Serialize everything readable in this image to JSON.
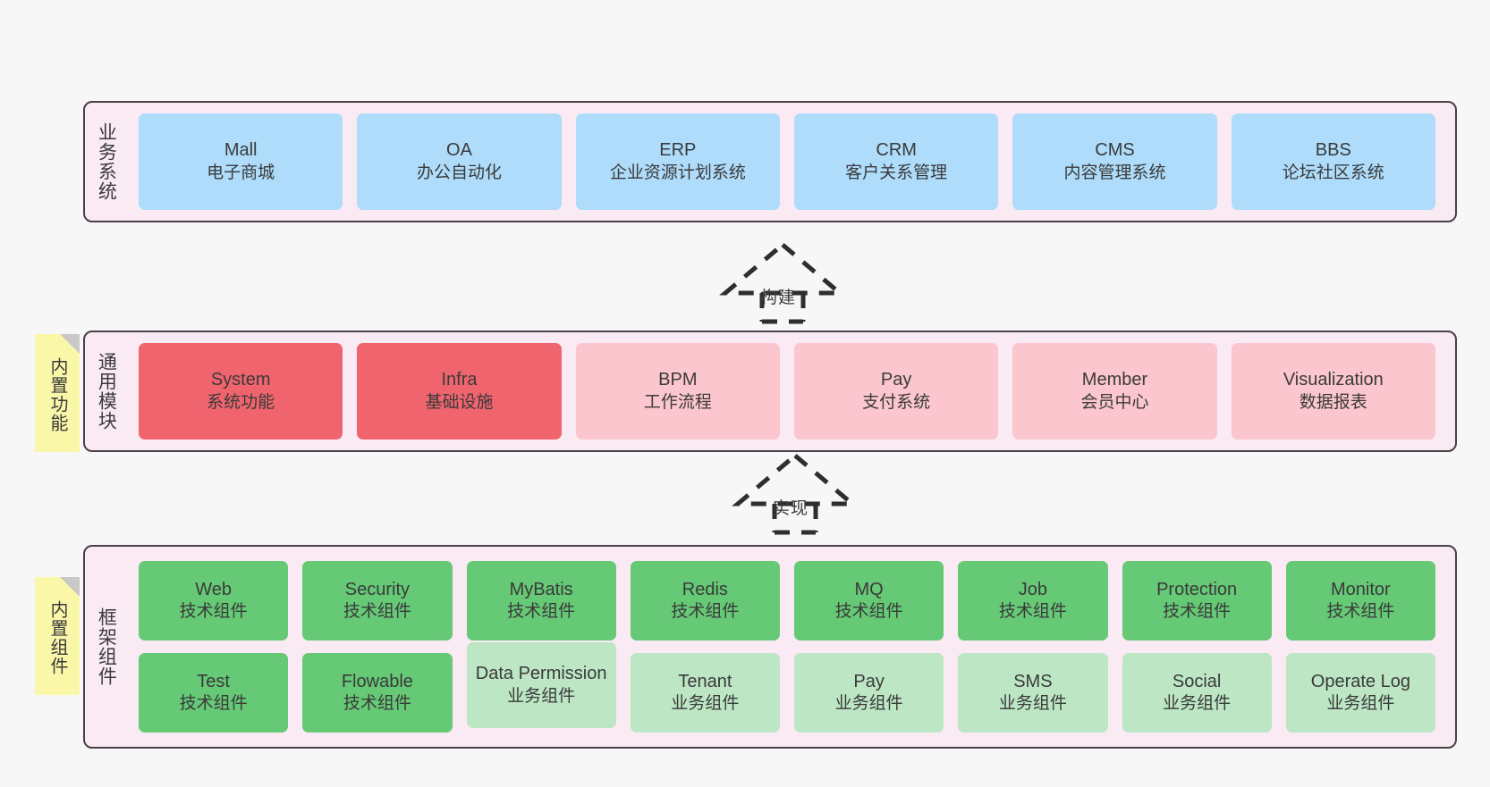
{
  "diagram": {
    "background": "#F7F7F7",
    "band_bg": "#FAEAF3",
    "band_border": "#4A4048",
    "note_bg": "#FAF8A8",
    "colors": {
      "blue": "#AEDCFA",
      "red": "#F0646E",
      "pink": "#FBC6CD",
      "green": "#66C976",
      "green_light": "#BCE6C4"
    }
  },
  "layers": [
    {
      "id": "business-systems",
      "title": "业务系统",
      "cells": [
        {
          "en": "Mall",
          "cn": "电子商城",
          "color": "#AEDCFA"
        },
        {
          "en": "OA",
          "cn": "办公自动化",
          "color": "#AEDCFA"
        },
        {
          "en": "ERP",
          "cn": "企业资源计划系统",
          "color": "#AEDCFA"
        },
        {
          "en": "CRM",
          "cn": "客户关系管理",
          "color": "#AEDCFA"
        },
        {
          "en": "CMS",
          "cn": "内容管理系统",
          "color": "#AEDCFA"
        },
        {
          "en": "BBS",
          "cn": "论坛社区系统",
          "color": "#AEDCFA"
        }
      ]
    },
    {
      "id": "common-modules",
      "title": "通用模块",
      "note": "内置功能",
      "cells": [
        {
          "en": "System",
          "cn": "系统功能",
          "color": "#F0646E"
        },
        {
          "en": "Infra",
          "cn": "基础设施",
          "color": "#F0646E"
        },
        {
          "en": "BPM",
          "cn": "工作流程",
          "color": "#FBC6CD"
        },
        {
          "en": "Pay",
          "cn": "支付系统",
          "color": "#FBC6CD"
        },
        {
          "en": "Member",
          "cn": "会员中心",
          "color": "#FBC6CD"
        },
        {
          "en": "Visualization",
          "cn": "数据报表",
          "color": "#FBC6CD"
        }
      ]
    },
    {
      "id": "framework-components",
      "title": "框架组件",
      "note": "内置组件",
      "rows": [
        [
          {
            "en": "Web",
            "cn": "技术组件",
            "color": "#66C976"
          },
          {
            "en": "Security",
            "cn": "技术组件",
            "color": "#66C976"
          },
          {
            "en": "MyBatis",
            "cn": "技术组件",
            "color": "#66C976"
          },
          {
            "en": "Redis",
            "cn": "技术组件",
            "color": "#66C976"
          },
          {
            "en": "MQ",
            "cn": "技术组件",
            "color": "#66C976"
          },
          {
            "en": "Job",
            "cn": "技术组件",
            "color": "#66C976"
          },
          {
            "en": "Protection",
            "cn": "技术组件",
            "color": "#66C976"
          },
          {
            "en": "Monitor",
            "cn": "技术组件",
            "color": "#66C976"
          }
        ],
        [
          {
            "en": "Test",
            "cn": "技术组件",
            "color": "#66C976"
          },
          {
            "en": "Flowable",
            "cn": "技术组件",
            "color": "#66C976"
          },
          {
            "en": "Data Permission",
            "cn": "业务组件",
            "color": "#BCE6C4",
            "wrap": true
          },
          {
            "en": "Tenant",
            "cn": "业务组件",
            "color": "#BCE6C4"
          },
          {
            "en": "Pay",
            "cn": "业务组件",
            "color": "#BCE6C4"
          },
          {
            "en": "SMS",
            "cn": "业务组件",
            "color": "#BCE6C4"
          },
          {
            "en": "Social",
            "cn": "业务组件",
            "color": "#BCE6C4"
          },
          {
            "en": "Operate Log",
            "cn": "业务组件",
            "color": "#BCE6C4"
          }
        ]
      ]
    }
  ],
  "connectors": [
    {
      "id": "build",
      "label": "构建"
    },
    {
      "id": "realize",
      "label": "实现"
    }
  ]
}
